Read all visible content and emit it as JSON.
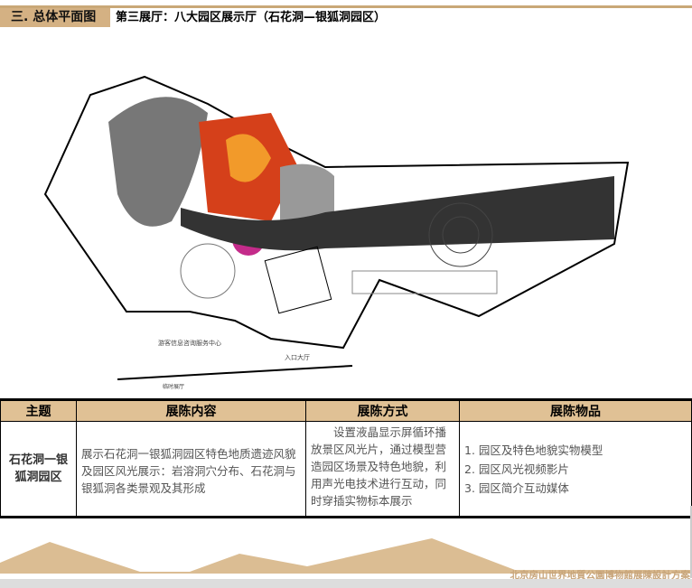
{
  "header": {
    "section": "三. 总体平面图",
    "title": "第三展厅：八大园区展示厅（石花洞—银狐洞园区）"
  },
  "map": {
    "labels": [
      "游客信息咨询服务中心",
      "入口大厅",
      "临时展厅"
    ]
  },
  "table": {
    "headers": [
      "主题",
      "展陈内容",
      "展陈方式",
      "展陈物品"
    ],
    "row": {
      "theme": "石花洞一银狐洞园区",
      "content": "展示石花洞一银狐洞园区特色地质遗迹风貌及园区风光展示：岩溶洞穴分布、石花洞与银狐洞各类景观及其形成",
      "method": "设置液晶显示屏循环播放景区风光片，通过模型营造园区场景及特色地貌，利用声光电技术进行互动，同时穿插实物标本展示",
      "items": [
        "1. 园区及特色地貌实物模型",
        "2. 园区风光视频影片",
        "3. 园区简介互动媒体"
      ]
    }
  },
  "footer": "北京房山世界地質公園博物館展陳設計方案"
}
